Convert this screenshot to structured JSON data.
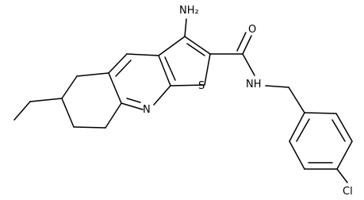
{
  "diagram": {
    "type": "chemical-structure",
    "atom_labels": {
      "amine": "NH₂",
      "carbonyl_oxygen": "O",
      "thiophene_sulfur": "S",
      "pyridine_nitrogen": "N",
      "amide_nh": "NH",
      "chlorine": "Cl"
    },
    "colors": {
      "bond": "#000000",
      "label": "#000000",
      "background": "#ffffff"
    }
  }
}
